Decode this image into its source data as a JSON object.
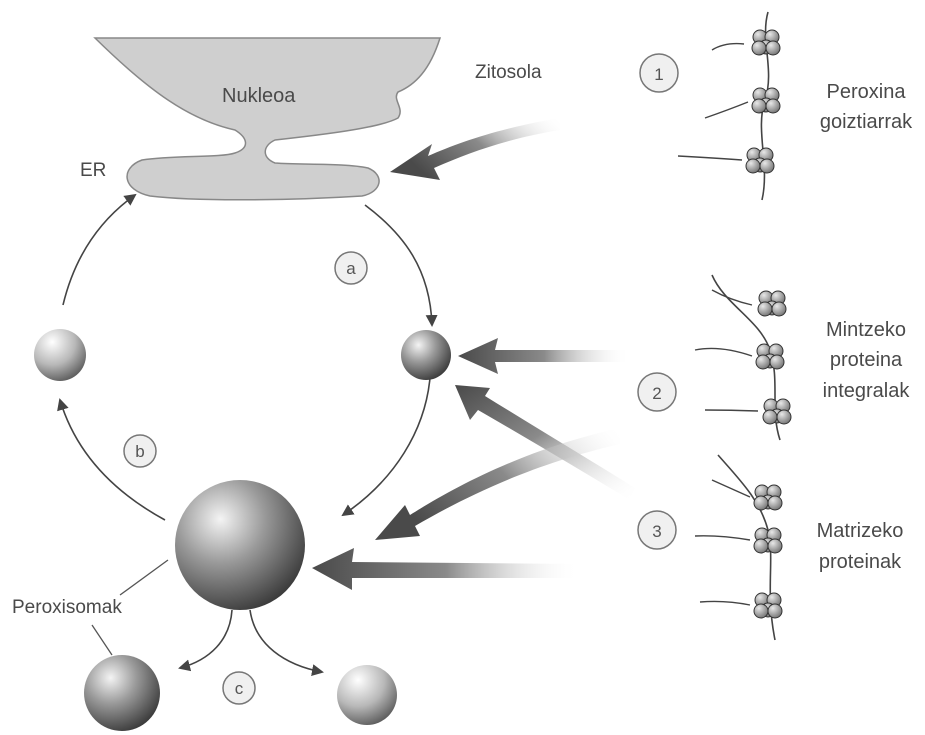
{
  "labels": {
    "nucleus": "Nukleoa",
    "er": "ER",
    "cytosol": "Zitosola",
    "peroxisomes": "Peroxisomak"
  },
  "steps": {
    "a": "a",
    "b": "b",
    "c": "c"
  },
  "groups": [
    {
      "number": "1",
      "line1": "Peroxina",
      "line2": "goiztiarrak",
      "line3": ""
    },
    {
      "number": "2",
      "line1": "Mintzeko",
      "line2": "proteina",
      "line3": "integralak"
    },
    {
      "number": "3",
      "line1": "Matrizeko",
      "line2": "proteinak",
      "line3": ""
    }
  ],
  "colors": {
    "membrane": "#cfcfcf",
    "text": "#4a4a4a",
    "arrow": "#555555"
  }
}
